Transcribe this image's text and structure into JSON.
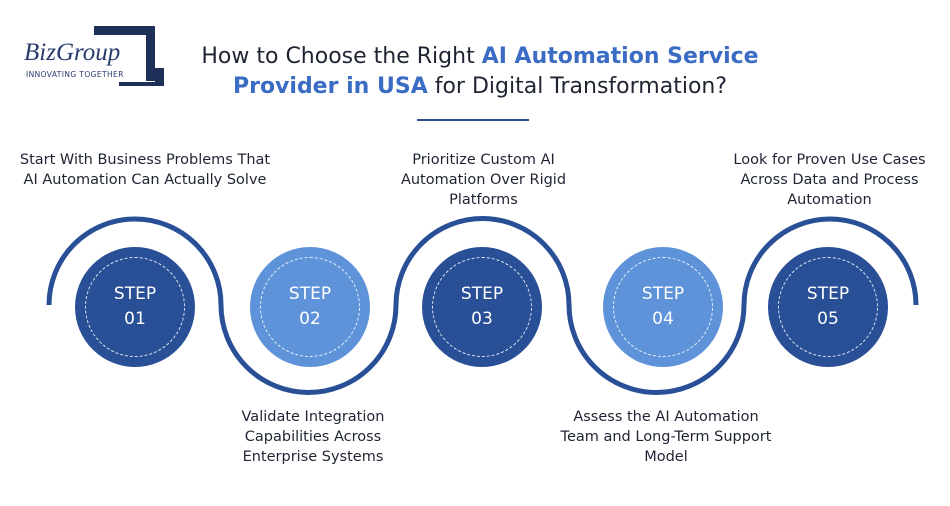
{
  "logo": {
    "name": "BizGroup",
    "tagline": "INNOVATING TOGETHER"
  },
  "title": {
    "part1": "How to Choose the Right ",
    "highlight1": "AI Automation Service Provider in USA",
    "part2": " for Digital Transformation?"
  },
  "colors": {
    "dark_blue": "#294f97",
    "light_blue": "#5e93da",
    "accent": "#3a6cc4"
  },
  "steps": [
    {
      "label": "STEP",
      "number": "01",
      "caption": "Start With Business Problems That AI Automation Can Actually Solve"
    },
    {
      "label": "STEP",
      "number": "02",
      "caption": "Validate Integration Capabilities Across Enterprise Systems"
    },
    {
      "label": "STEP",
      "number": "03",
      "caption": "Prioritize Custom AI Automation Over Rigid Platforms"
    },
    {
      "label": "STEP",
      "number": "04",
      "caption": "Assess the AI Automation Team and Long-Term Support Model"
    },
    {
      "label": "STEP",
      "number": "05",
      "caption": "Look for Proven Use Cases Across Data and Process Automation"
    }
  ]
}
